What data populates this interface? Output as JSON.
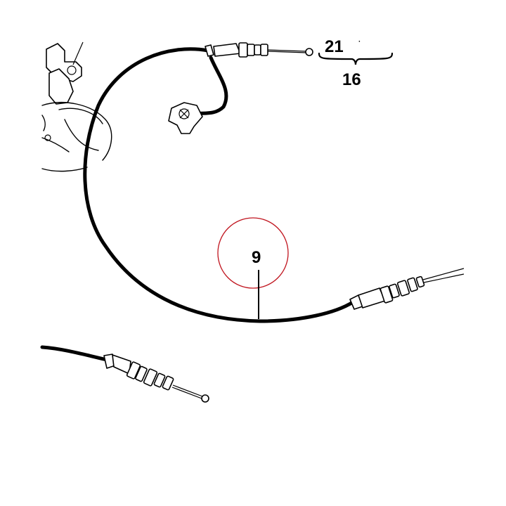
{
  "callouts": {
    "ref_21": "21",
    "ref_16": "16",
    "ref_9": "9"
  },
  "colors": {
    "ink": "#000000",
    "highlight_circle": "#c0141e",
    "background": "#ffffff"
  }
}
